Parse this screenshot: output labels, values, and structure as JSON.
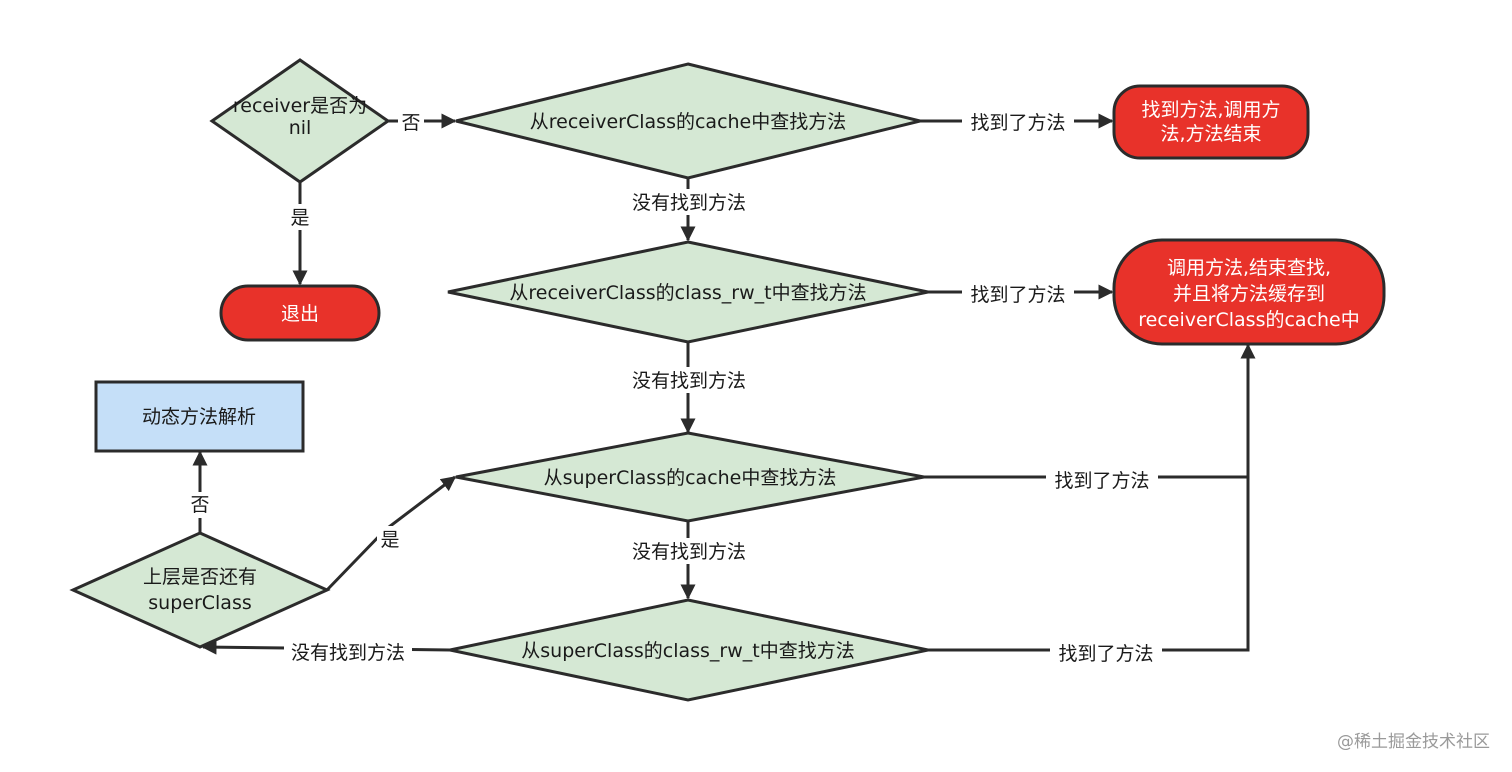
{
  "colors": {
    "decision_fill": "#d5e8d4",
    "terminal_fill": "#e8322a",
    "process_fill": "#c5dff8",
    "line": "#2b2b2b"
  },
  "nodes": {
    "receiver_nil": {
      "lines": [
        "receiver是否为",
        "nil"
      ]
    },
    "exit": {
      "lines": [
        "退出"
      ]
    },
    "cache_lookup": {
      "lines": [
        "从receiverClass的cache中查找方法"
      ]
    },
    "found_end": {
      "lines": [
        "找到方法,调用方",
        "法,方法结束"
      ]
    },
    "rw_lookup": {
      "lines": [
        "从receiverClass的class_rw_t中查找方法"
      ]
    },
    "call_cache": {
      "lines": [
        "调用方法,结束查找,",
        "并且将方法缓存到",
        "receiverClass的cache中"
      ]
    },
    "super_cache": {
      "lines": [
        "从superClass的cache中查找方法"
      ]
    },
    "super_rw": {
      "lines": [
        "从superClass的class_rw_t中查找方法"
      ]
    },
    "has_super": {
      "lines": [
        "上层是否还有",
        "superClass"
      ]
    },
    "dynamic": {
      "lines": [
        "动态方法解析"
      ]
    }
  },
  "edges": {
    "no": "否",
    "yes": "是",
    "found": "找到了方法",
    "not_found": "没有找到方法"
  },
  "watermark": "@稀土掘金技术社区"
}
